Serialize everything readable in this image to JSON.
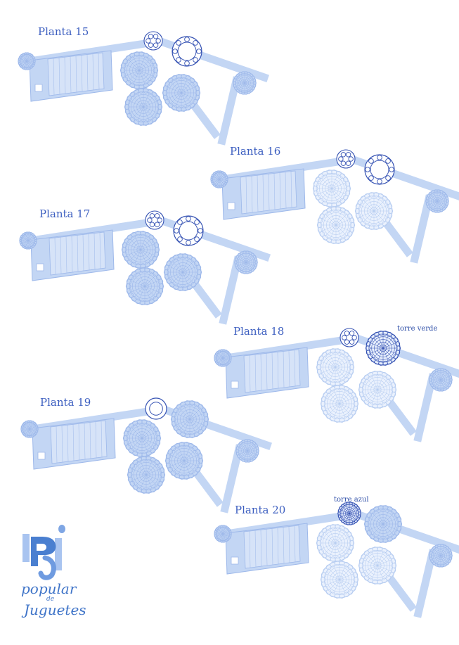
{
  "colors": {
    "fill": "#c3d6f4",
    "stroke": "#9db8ea",
    "dark": "#3552b3",
    "title": "#3d5fc0"
  },
  "plans": [
    {
      "title": "Planta 15",
      "tower_label": "",
      "small_tower": "ornate",
      "big_tower": "ring",
      "left_circles": "full"
    },
    {
      "title": "Planta 16",
      "tower_label": "",
      "small_tower": "ornate",
      "big_tower": "ring",
      "left_circles": "pale"
    },
    {
      "title": "Planta 17",
      "tower_label": "",
      "small_tower": "ornate",
      "big_tower": "ring",
      "left_circles": "full"
    },
    {
      "title": "Planta 18",
      "tower_label": "torre verde",
      "small_tower": "ornate",
      "big_tower": "green",
      "left_circles": "pale"
    },
    {
      "title": "Planta 19",
      "tower_label": "",
      "small_tower": "ring-only",
      "big_tower": "normal",
      "left_circles": "full"
    },
    {
      "title": "Planta 20",
      "tower_label": "torre azul",
      "small_tower": "blue",
      "big_tower": "normal",
      "left_circles": "pale"
    }
  ],
  "logo": {
    "line1": "popular",
    "line2": "de",
    "line3": "Juguetes",
    "icon": "pj-monogram-icon"
  }
}
